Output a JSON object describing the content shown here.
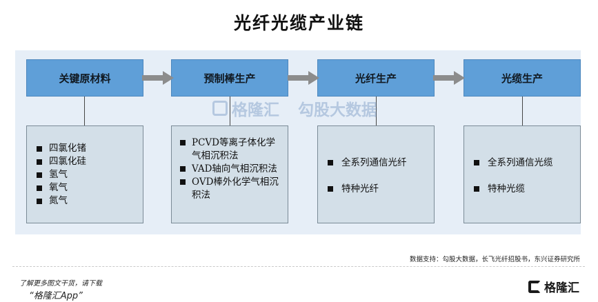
{
  "title": "光纤光缆产业链",
  "stages": [
    {
      "label": "关键原材料",
      "items": [
        "四氯化锗",
        "四氯化硅",
        "氢气",
        "氧气",
        "氮气"
      ]
    },
    {
      "label": "预制棒生产",
      "items": [
        "PCVD等离子体化学气相沉积法",
        "VAD轴向气相沉积法",
        "OVD棒外化学气相沉积法"
      ]
    },
    {
      "label": "光纤生产",
      "items": [
        "全系列通信光纤",
        "特种光纤"
      ]
    },
    {
      "label": "光缆生产",
      "items": [
        "全系列通信光缆",
        "特种光缆"
      ]
    }
  ],
  "watermarks": {
    "left": "格隆汇",
    "right": "勾股大数据"
  },
  "source": "数据支持：勾股大数据，长飞光纤招股书，东兴证券研究所",
  "footer": {
    "line1": "了解更多图文干货，请下载",
    "line2": "“格隆汇App”",
    "logo": "格隆汇"
  },
  "colors": {
    "stage_fill": "#5f9fd8",
    "panel_bg": "#e6eef7",
    "detail_fill": "#d3dfe8",
    "arrow": "#8c8c8c"
  }
}
